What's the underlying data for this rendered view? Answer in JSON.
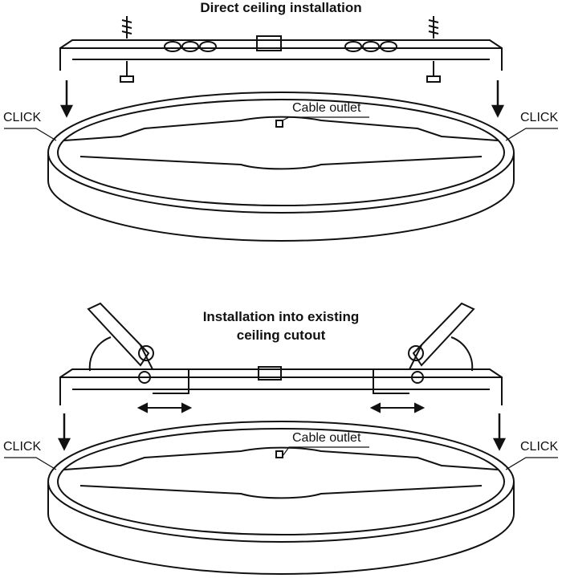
{
  "top": {
    "title": "Direct ceiling installation",
    "cable_label": "Cable outlet",
    "click_left": "CLICK",
    "click_right": "CLICK"
  },
  "bottom": {
    "title_line1": "Installation into existing",
    "title_line2": "ceiling cutout",
    "cable_label": "Cable outlet",
    "click_left": "CLICK",
    "click_right": "CLICK"
  }
}
